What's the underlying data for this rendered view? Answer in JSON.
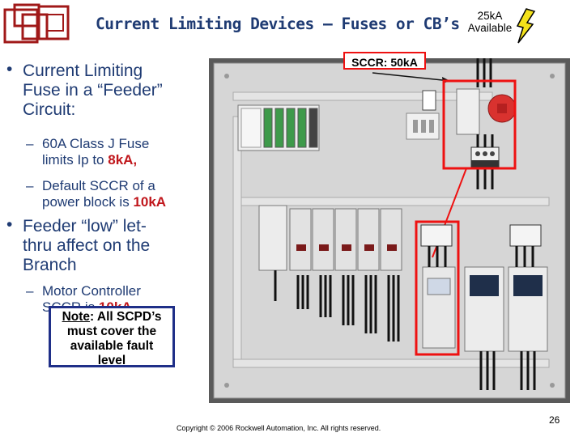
{
  "title": "Current Limiting Devices – Fuses or CB’s",
  "available": {
    "line1": "25kA",
    "line2": "Available"
  },
  "sccr_label": "SCCR: 50kA",
  "bullets": {
    "b1_line1": "Current Limiting",
    "b1_line2": "Fuse in a “Feeder”",
    "b1_line3": "Circuit:",
    "s1_line1": "60A Class J Fuse",
    "s1_line2a": "limits Ip to ",
    "s1_red": "8kA,",
    "s2_line1": "Default SCCR of a",
    "s2_line2a": "power block is ",
    "s2_red": "10kA",
    "b2_line1": "Feeder “low” let-",
    "b2_line2": "thru affect on the",
    "b2_line3": "Branch",
    "s3_line1": "Motor Controller",
    "s3_line2a": "SCCR is ",
    "s3_red": "10kA"
  },
  "note": {
    "label": "Note",
    "rest": ": All SCPD’s",
    "line2": "must cover the",
    "line3": "available fault",
    "line4": "level"
  },
  "copyright": "Copyright © 2006 Rockwell Automation, Inc. All rights reserved.",
  "page_number": "26",
  "colors": {
    "title": "#1f3b73",
    "highlight": "#c0161b",
    "note_border": "#1f2f88",
    "panel_bg": "#d6d6d6"
  }
}
